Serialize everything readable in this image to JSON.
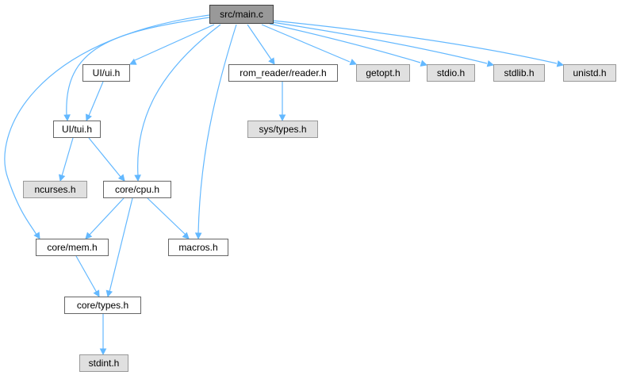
{
  "graph": {
    "colors": {
      "edge": "#63b8ff",
      "root_fill": "#999999",
      "external_fill": "#e0e0e0",
      "local_fill": "#ffffff",
      "border": "#666666"
    },
    "nodes": [
      {
        "id": "main",
        "label": "src/main.c",
        "kind": "root"
      },
      {
        "id": "ui",
        "label": "UI/ui.h",
        "kind": "local"
      },
      {
        "id": "reader",
        "label": "rom_reader/reader.h",
        "kind": "local"
      },
      {
        "id": "getopt",
        "label": "getopt.h",
        "kind": "external"
      },
      {
        "id": "stdio",
        "label": "stdio.h",
        "kind": "external"
      },
      {
        "id": "stdlib",
        "label": "stdlib.h",
        "kind": "external"
      },
      {
        "id": "unistd",
        "label": "unistd.h",
        "kind": "external"
      },
      {
        "id": "tui",
        "label": "UI/tui.h",
        "kind": "local"
      },
      {
        "id": "systypes",
        "label": "sys/types.h",
        "kind": "external"
      },
      {
        "id": "ncurses",
        "label": "ncurses.h",
        "kind": "external"
      },
      {
        "id": "cpu",
        "label": "core/cpu.h",
        "kind": "local"
      },
      {
        "id": "mem",
        "label": "core/mem.h",
        "kind": "local"
      },
      {
        "id": "macros",
        "label": "macros.h",
        "kind": "local"
      },
      {
        "id": "coretypes",
        "label": "core/types.h",
        "kind": "local"
      },
      {
        "id": "stdint",
        "label": "stdint.h",
        "kind": "external"
      }
    ],
    "edges": [
      {
        "from": "main",
        "to": "ui"
      },
      {
        "from": "main",
        "to": "reader"
      },
      {
        "from": "main",
        "to": "getopt"
      },
      {
        "from": "main",
        "to": "stdio"
      },
      {
        "from": "main",
        "to": "stdlib"
      },
      {
        "from": "main",
        "to": "unistd"
      },
      {
        "from": "main",
        "to": "tui"
      },
      {
        "from": "main",
        "to": "mem"
      },
      {
        "from": "main",
        "to": "cpu"
      },
      {
        "from": "main",
        "to": "macros"
      },
      {
        "from": "ui",
        "to": "tui"
      },
      {
        "from": "reader",
        "to": "systypes"
      },
      {
        "from": "tui",
        "to": "ncurses"
      },
      {
        "from": "tui",
        "to": "cpu"
      },
      {
        "from": "cpu",
        "to": "mem"
      },
      {
        "from": "cpu",
        "to": "macros"
      },
      {
        "from": "cpu",
        "to": "coretypes"
      },
      {
        "from": "mem",
        "to": "coretypes"
      },
      {
        "from": "coretypes",
        "to": "stdint"
      }
    ]
  }
}
